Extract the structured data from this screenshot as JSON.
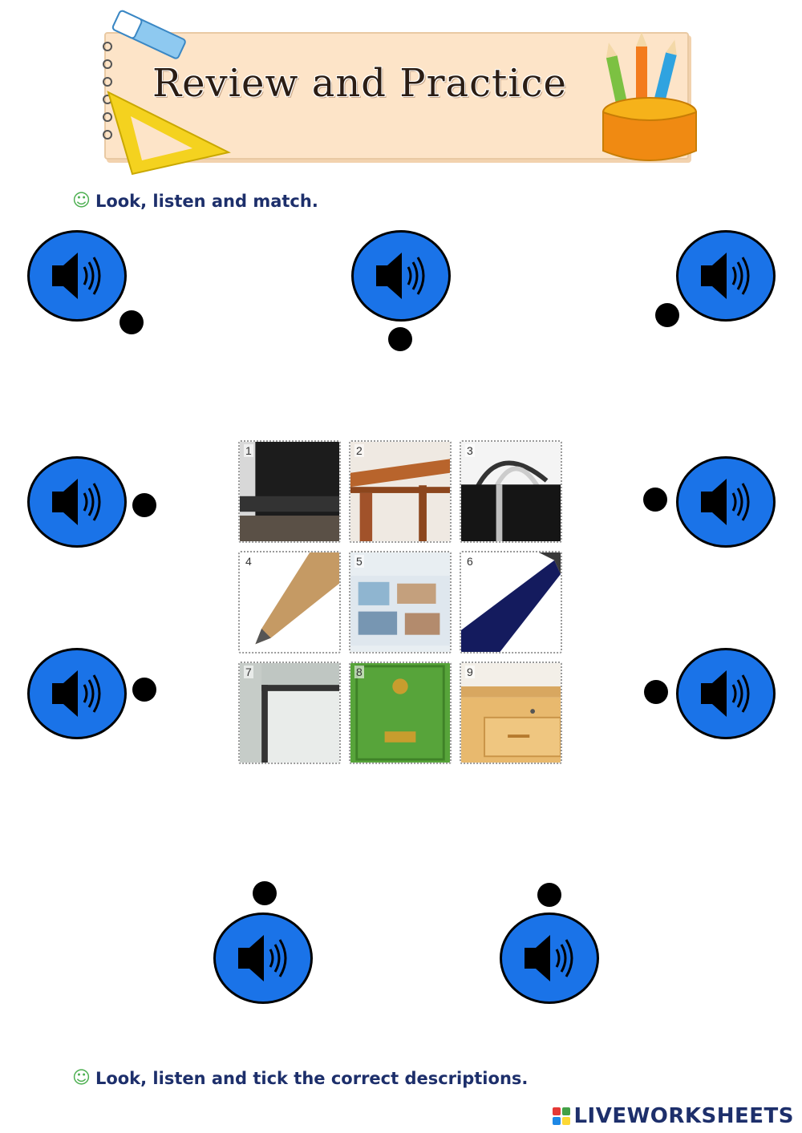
{
  "banner": {
    "title": "Review and Practice"
  },
  "instructions": {
    "match": "Look, listen and match.",
    "tick": "Look, listen and tick the correct descriptions."
  },
  "smiley": "☺",
  "grid": {
    "tiles": [
      {
        "number": "1",
        "icon": "chair"
      },
      {
        "number": "2",
        "icon": "table"
      },
      {
        "number": "3",
        "icon": "bag"
      },
      {
        "number": "4",
        "icon": "pencil"
      },
      {
        "number": "5",
        "icon": "book"
      },
      {
        "number": "6",
        "icon": "pen"
      },
      {
        "number": "7",
        "icon": "window"
      },
      {
        "number": "8",
        "icon": "door"
      },
      {
        "number": "9",
        "icon": "desk"
      }
    ]
  },
  "colors": {
    "speaker_fill": "#1a73e8",
    "banner_paper": "#fde4c8",
    "instruction_text": "#1d2f6b"
  },
  "footer": {
    "brand": "LIVEWORKSHEETS"
  }
}
